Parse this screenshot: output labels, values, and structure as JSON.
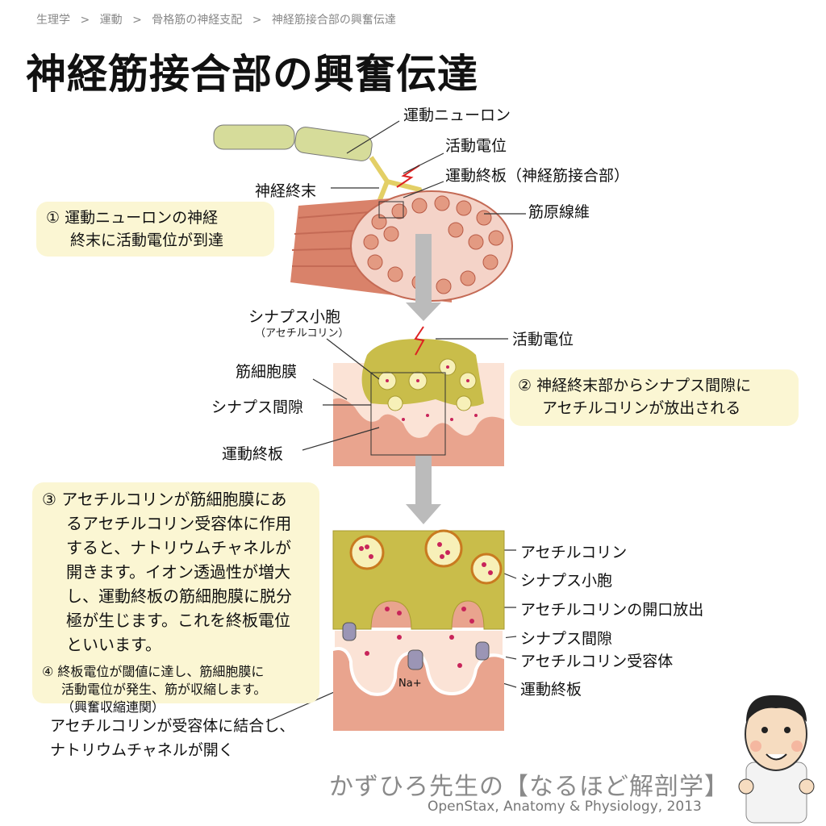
{
  "breadcrumb": [
    "生理学",
    ">",
    "運動",
    ">",
    "骨格筋の神経支配",
    ">",
    "神経筋接合部の興奮伝達"
  ],
  "title": "神経筋接合部の興奮伝達",
  "top_labels": {
    "motor_neuron": "運動ニューロン",
    "action_potential": "活動電位",
    "end_plate": "運動終板（神経筋接合部）",
    "nerve_terminal": "神経終末",
    "myofibril": "筋原線維"
  },
  "step1": [
    "① 運動ニューロンの神経",
    "終末に活動電位が到達"
  ],
  "middle_labels": {
    "synaptic_vesicle": "シナプス小胞",
    "acetylcholine_paren": "（アセチルコリン）",
    "action_potential": "活動電位",
    "sarcolemma": "筋細胞膜",
    "synaptic_cleft": "シナプス間隙",
    "end_plate": "運動終板"
  },
  "step2": [
    "② 神経終末部からシナプス間隙に",
    "アセチルコリンが放出される"
  ],
  "step3": [
    "③ アセチルコリンが筋細胞膜にあ",
    "るアセチルコリン受容体に作用",
    "すると、ナトリウムチャネルが",
    "開きます。イオン透過性が増大",
    "し、運動終板の筋細胞膜に脱分",
    "極が生じます。これを終板電位",
    "といいます。"
  ],
  "step4": [
    "④ 終板電位が閾値に達し、筋細胞膜に",
    "活動電位が発生、筋が収縮します。",
    "（興奮収縮連関）"
  ],
  "bottom_labels": {
    "acetylcholine": "アセチルコリン",
    "synaptic_vesicle": "シナプス小胞",
    "exocytosis": "アセチルコリンの開口放出",
    "synaptic_cleft": "シナプス間隙",
    "receptor": "アセチルコリン受容体",
    "end_plate": "運動終板",
    "sodium": "Na+"
  },
  "binding_note": [
    "アセチルコリンが受容体に結合し、",
    "ナトリウムチャネルが開く"
  ],
  "footer": {
    "brand": "かずひろ先生の【なるほど解剖学】",
    "credit": "OpenStax, Anatomy & Physiology, 2013"
  },
  "colors": {
    "box_bg": "#fbf6d3",
    "muscle": "#d9826a",
    "terminal": "#c9bd4a",
    "vesicle_dot": "#c8245a",
    "cleft": "#fbe3d6"
  }
}
